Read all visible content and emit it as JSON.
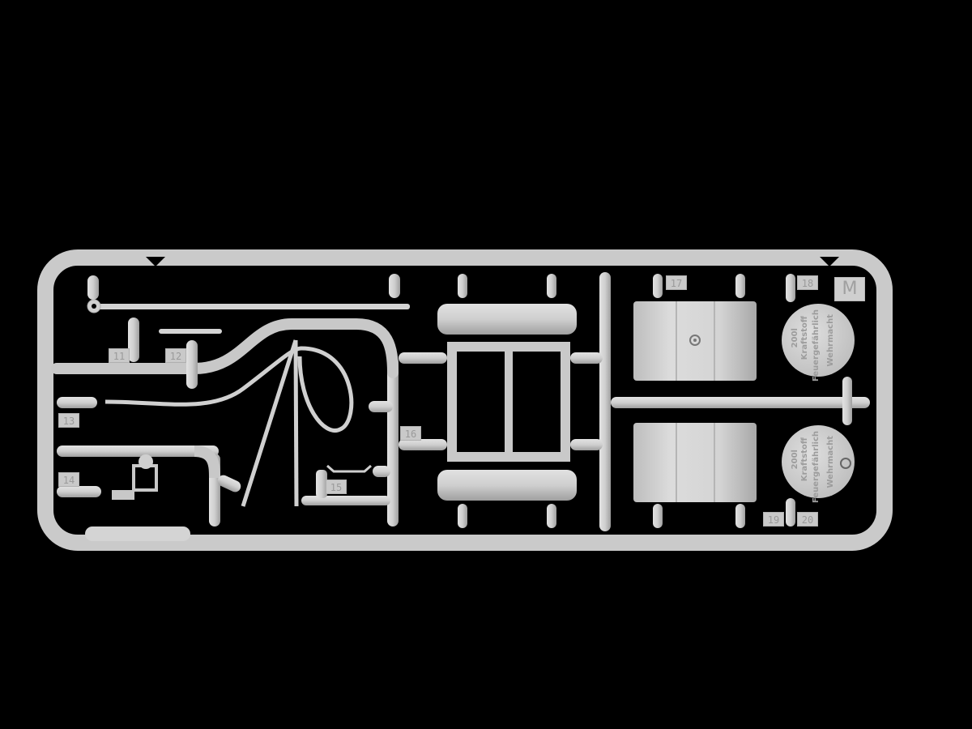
{
  "sprue": {
    "letter": "M",
    "background": "#000000",
    "plastic_color": "#cdcdcd",
    "part_numbers": [
      "11",
      "12",
      "13",
      "14",
      "15",
      "16",
      "17",
      "18",
      "19",
      "20"
    ]
  },
  "drum_lid": {
    "line1": "200l",
    "line2": "Kraftstoff",
    "line3": "Feuergefährlich",
    "line4": "Wehrmacht"
  }
}
